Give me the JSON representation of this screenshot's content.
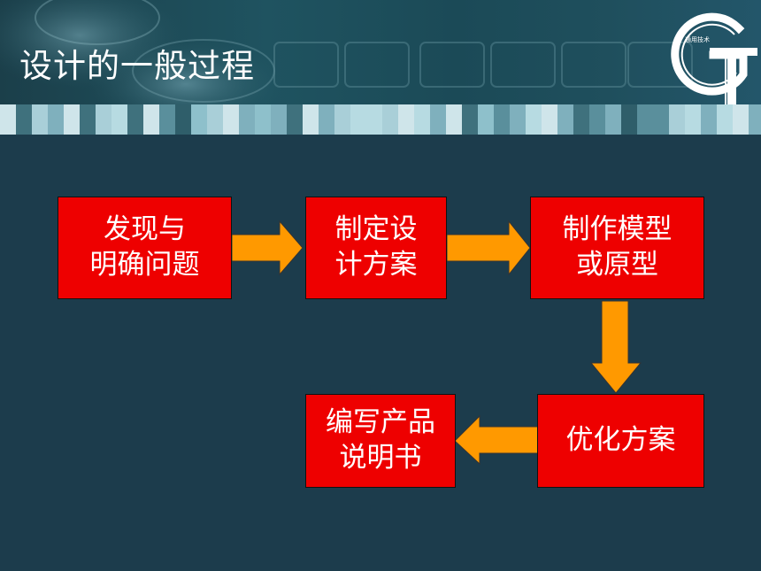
{
  "slide": {
    "title": "设计的一般过程",
    "logo_text": "通用技术"
  },
  "diagram": {
    "nodes": [
      {
        "id": "identify-problem",
        "label": "发现与\n明确问题"
      },
      {
        "id": "design-plan",
        "label": "制定设\n计方案"
      },
      {
        "id": "build-model",
        "label": "制作模型\n或原型"
      },
      {
        "id": "optimize-plan",
        "label": "优化方案"
      },
      {
        "id": "write-manual",
        "label": "编写产品\n说明书"
      }
    ],
    "edges": [
      {
        "from": "identify-problem",
        "to": "design-plan"
      },
      {
        "from": "design-plan",
        "to": "build-model"
      },
      {
        "from": "build-model",
        "to": "optimize-plan"
      },
      {
        "from": "optimize-plan",
        "to": "write-manual"
      }
    ]
  },
  "colors": {
    "background": "#1c3c4c",
    "box_fill": "#ee0000",
    "arrow_fill": "#ff9900",
    "text": "#ffffff"
  }
}
